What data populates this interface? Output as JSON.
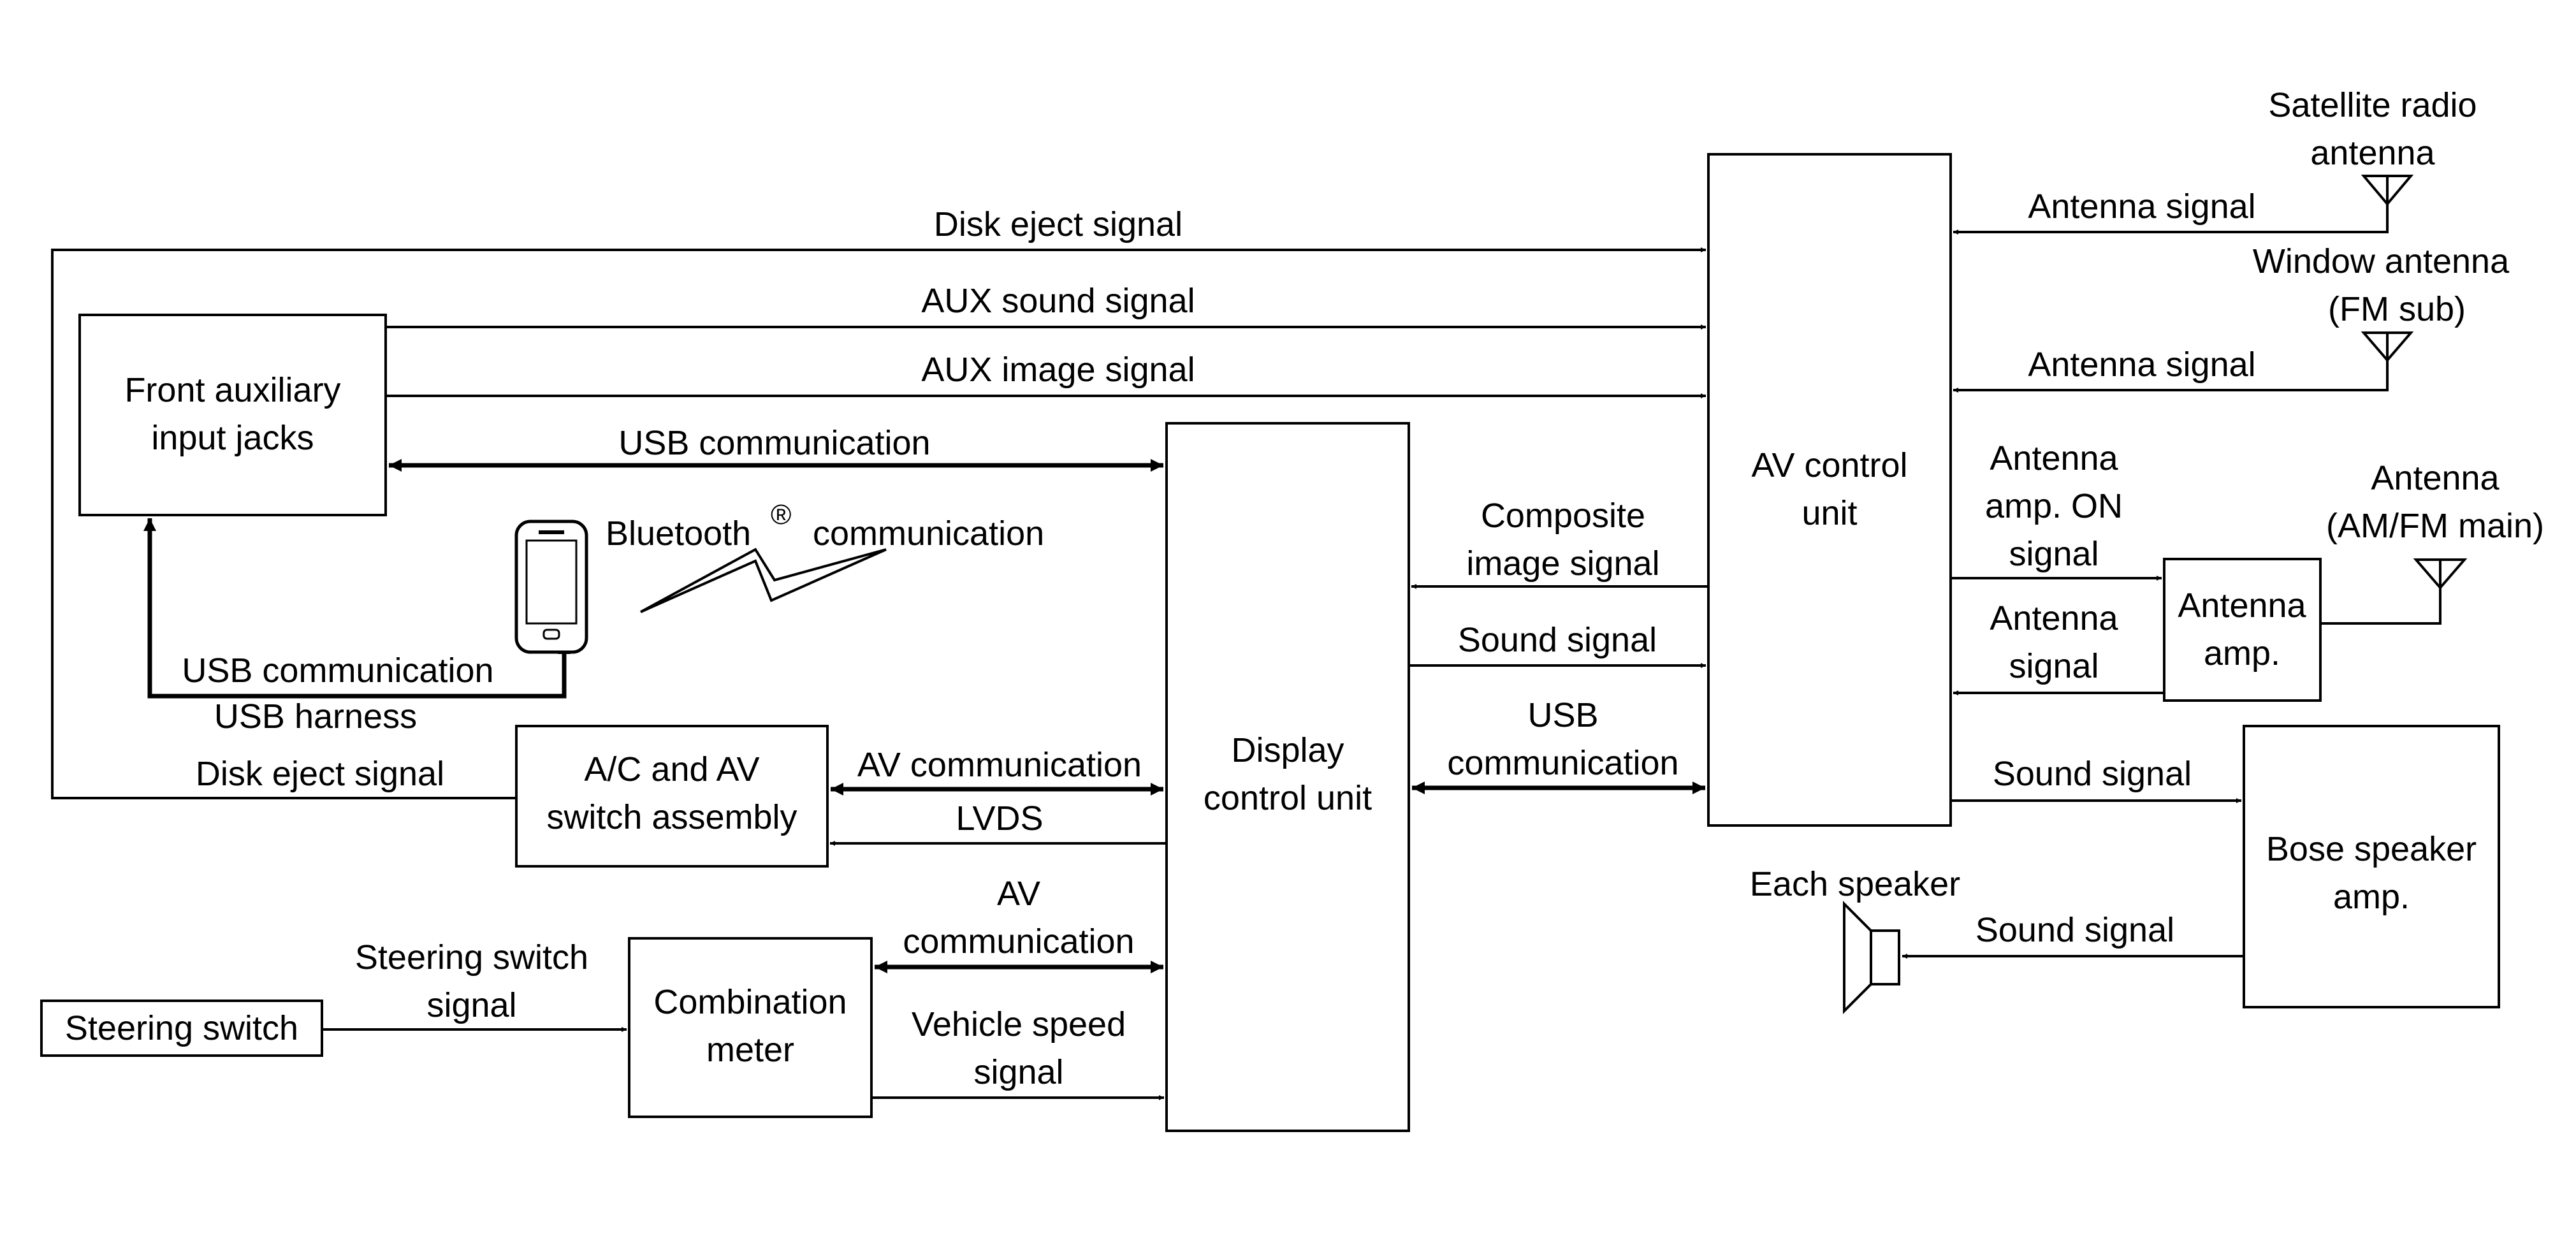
{
  "blocks": {
    "front_aux": [
      "Front auxiliary",
      "input jacks"
    ],
    "display_control": [
      "Display",
      "control unit"
    ],
    "av_control": [
      "AV control",
      "unit"
    ],
    "ac_av_switch": [
      "A/C and AV",
      "switch assembly"
    ],
    "combination_meter": [
      "Combination",
      "meter"
    ],
    "steering_switch": "Steering switch",
    "antenna_amp": [
      "Antenna",
      "amp."
    ],
    "bose_amp": [
      "Bose speaker",
      "amp."
    ]
  },
  "components": {
    "satellite_antenna": [
      "Satellite radio",
      "antenna"
    ],
    "window_antenna": [
      "Window antenna",
      "(FM sub)"
    ],
    "main_antenna": [
      "Antenna",
      "(AM/FM main)"
    ],
    "speaker": "Each speaker",
    "usb_harness": "USB harness",
    "smartphone": "smartphone"
  },
  "signals": {
    "disk_eject_top": "Disk eject signal",
    "aux_sound": "AUX sound signal",
    "aux_image": "AUX image signal",
    "usb_comm_top": "USB communication",
    "bluetooth_word": "Bluetooth",
    "bluetooth_mark": "®",
    "bluetooth_comm": "communication",
    "usb_comm_phone": "USB communication",
    "disk_eject_lower": "Disk eject signal",
    "av_comm_switch": "AV communication",
    "lvds": "LVDS",
    "av_comm_meter": [
      "AV",
      "communication"
    ],
    "steering_signal": [
      "Steering switch",
      "signal"
    ],
    "vehicle_speed": [
      "Vehicle speed",
      "signal"
    ],
    "composite_image": [
      "Composite",
      "image signal"
    ],
    "sound_to_av": "Sound signal",
    "usb_comm_av": [
      "USB",
      "communication"
    ],
    "antenna_signal_sat": "Antenna signal",
    "antenna_signal_window": "Antenna signal",
    "antenna_amp_on": [
      "Antenna",
      "amp. ON",
      "signal"
    ],
    "antenna_signal_amp": [
      "Antenna",
      "signal"
    ],
    "sound_to_bose": "Sound signal",
    "sound_to_speaker": "Sound signal"
  }
}
